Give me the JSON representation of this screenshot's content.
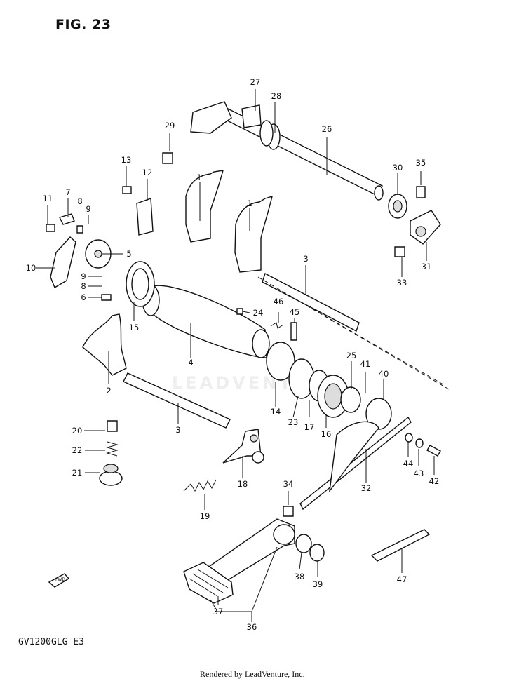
{
  "figure": {
    "title": "FIG. 23",
    "model": "GV1200GLG  E3"
  },
  "footer": {
    "credit": "Rendered by LeadVenture, Inc."
  },
  "watermark": "LEADVENTURE",
  "fwd_marker": "FWD",
  "part_numbers": [
    "1",
    "1",
    "2",
    "3",
    "3",
    "4",
    "5",
    "6",
    "7",
    "8",
    "8",
    "9",
    "9",
    "10",
    "11",
    "12",
    "13",
    "14",
    "15",
    "16",
    "17",
    "18",
    "19",
    "20",
    "21",
    "22",
    "23",
    "24",
    "25",
    "26",
    "27",
    "28",
    "29",
    "30",
    "31",
    "32",
    "33",
    "34",
    "35",
    "36",
    "37",
    "38",
    "39",
    "40",
    "41",
    "42",
    "43",
    "44",
    "45",
    "46",
    "47"
  ],
  "colors": {
    "ink": "#111111",
    "paper": "#ffffff"
  }
}
